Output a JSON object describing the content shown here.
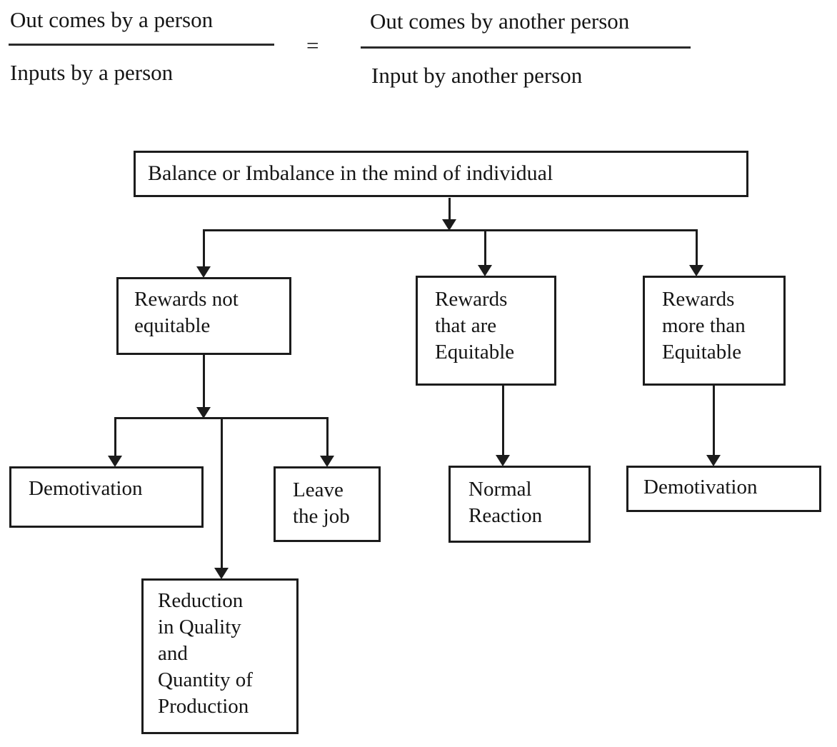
{
  "equation": {
    "left_fraction": {
      "numerator": "Out comes by a person",
      "denominator": "Inputs by a person"
    },
    "equals_sign": "=",
    "right_fraction": {
      "numerator": "Out comes by another person",
      "denominator": "Input by another person"
    }
  },
  "flowchart": {
    "root": "Balance or Imbalance in the mind of individual",
    "branches": {
      "not_equitable": "Rewards not\nequitable",
      "equitable": "Rewards\nthat are\nEquitable",
      "more_than_equitable": "Rewards\nmore than\nEquitable"
    },
    "outcomes": {
      "demotivation_left": "Demotivation",
      "leave_job": "Leave\nthe job",
      "reduction": "Reduction\nin Quality\nand\nQuantity of\nProduction",
      "normal_reaction": "Normal\nReaction",
      "demotivation_right": "Demotivation"
    }
  },
  "colors": {
    "line": "#1c1c1c",
    "text": "#151515",
    "background": "#ffffff"
  }
}
